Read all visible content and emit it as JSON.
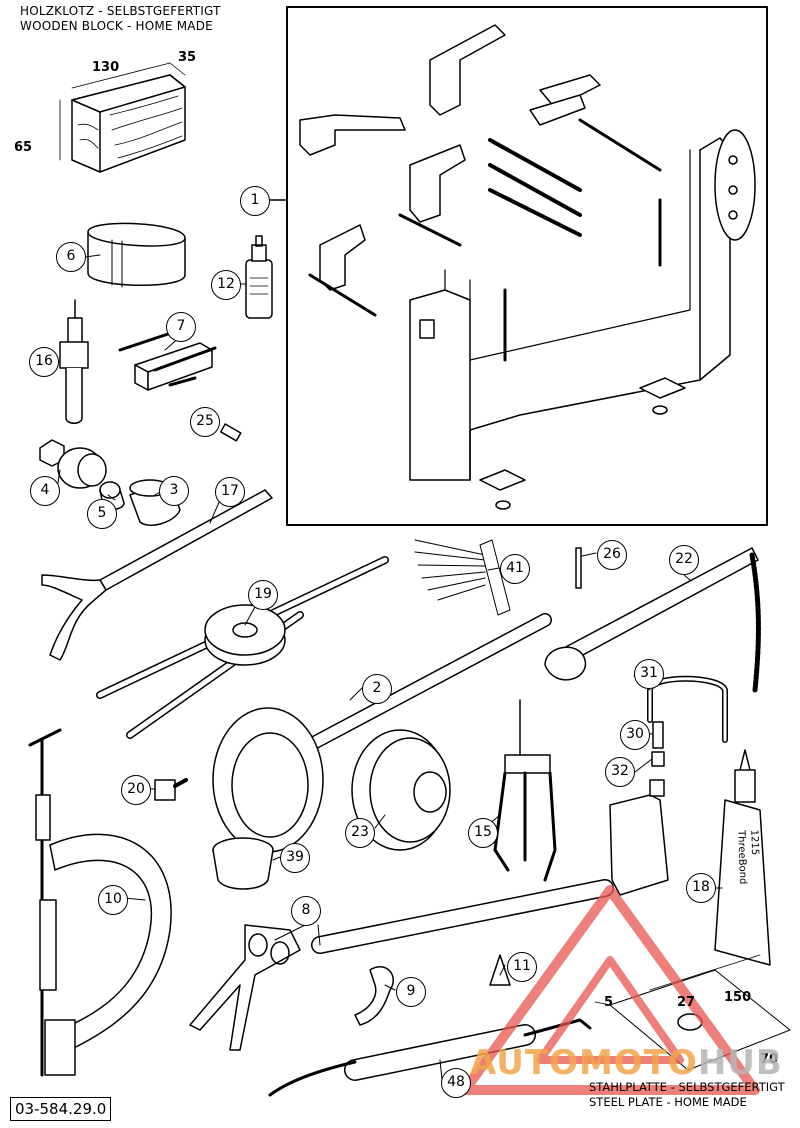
{
  "header": {
    "block_de": "HOLZKLOTZ - SELBSTGEFERTIGT",
    "block_en": "WOODEN BLOCK - HOME MADE"
  },
  "wood_block_dims": {
    "length": "130",
    "width": "35",
    "height": "65"
  },
  "plate_dims": {
    "length": "150",
    "hole_offset": "27",
    "thickness": "5",
    "width": "70"
  },
  "plate_caption": {
    "de": "STAHLPLATTE - SELBSTGEFERTIGT",
    "en": "STEEL PLATE - HOME MADE"
  },
  "part_number": "03-584.29.0",
  "tube_label": {
    "brand": "ThreeBond",
    "code": "1215"
  },
  "watermark": {
    "part1": "AUTOMOTO",
    "part2": "HUB",
    "accent": "#e8564f"
  },
  "callouts": [
    "1",
    "6",
    "12",
    "7",
    "16",
    "25",
    "4",
    "5",
    "3",
    "17",
    "41",
    "26",
    "22",
    "19",
    "2",
    "31",
    "30",
    "32",
    "20",
    "10",
    "39",
    "23",
    "15",
    "18",
    "8",
    "11",
    "9",
    "48"
  ]
}
